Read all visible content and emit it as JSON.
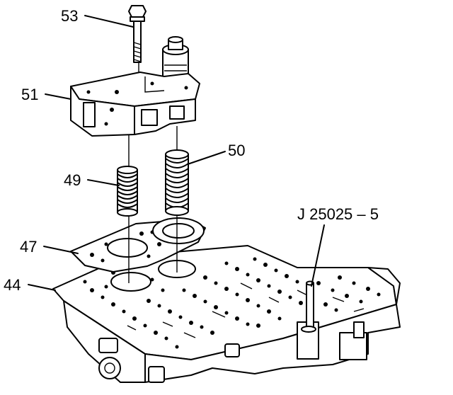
{
  "callouts": {
    "c53": "53",
    "c51": "51",
    "c49": "49",
    "c50": "50",
    "c47": "47",
    "c44": "44",
    "tool": "J 25025 – 5"
  },
  "colors": {
    "ink": "#000000",
    "paper": "#ffffff"
  }
}
